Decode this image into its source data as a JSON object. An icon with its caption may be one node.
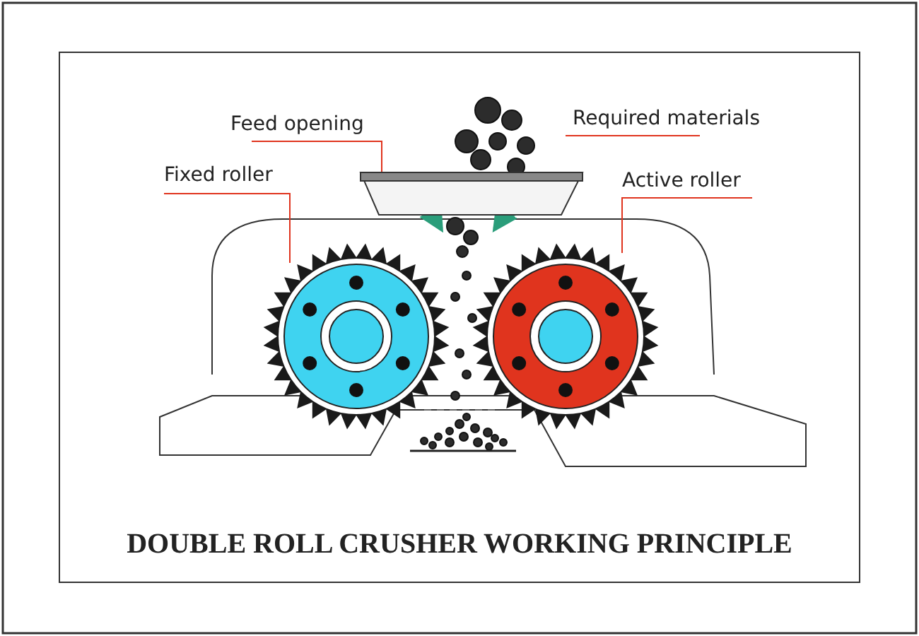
{
  "diagram": {
    "title": "DOUBLE ROLL CRUSHER WORKING PRINCIPLE",
    "nodes": [
      {
        "text": [
          "Feed opening"
        ]
      },
      {
        "text": [
          "Fixed roller"
        ]
      },
      {
        "text": [
          "Active roller"
        ]
      },
      {
        "text": [],
        "shape": "picture"
      },
      {
        "text": [],
        "shape": "picture"
      },
      {
        "text": [],
        "shape": "picture"
      }
    ],
    "edges": [
      {
        "from": 0,
        "to": 3,
        "arrow": "none"
      },
      {
        "from": 1,
        "to": 4,
        "arrow": "none"
      },
      {
        "from": 2,
        "to": 5,
        "arrow": "none"
      }
    ],
    "labels": [
      "Required materials"
    ]
  }
}
